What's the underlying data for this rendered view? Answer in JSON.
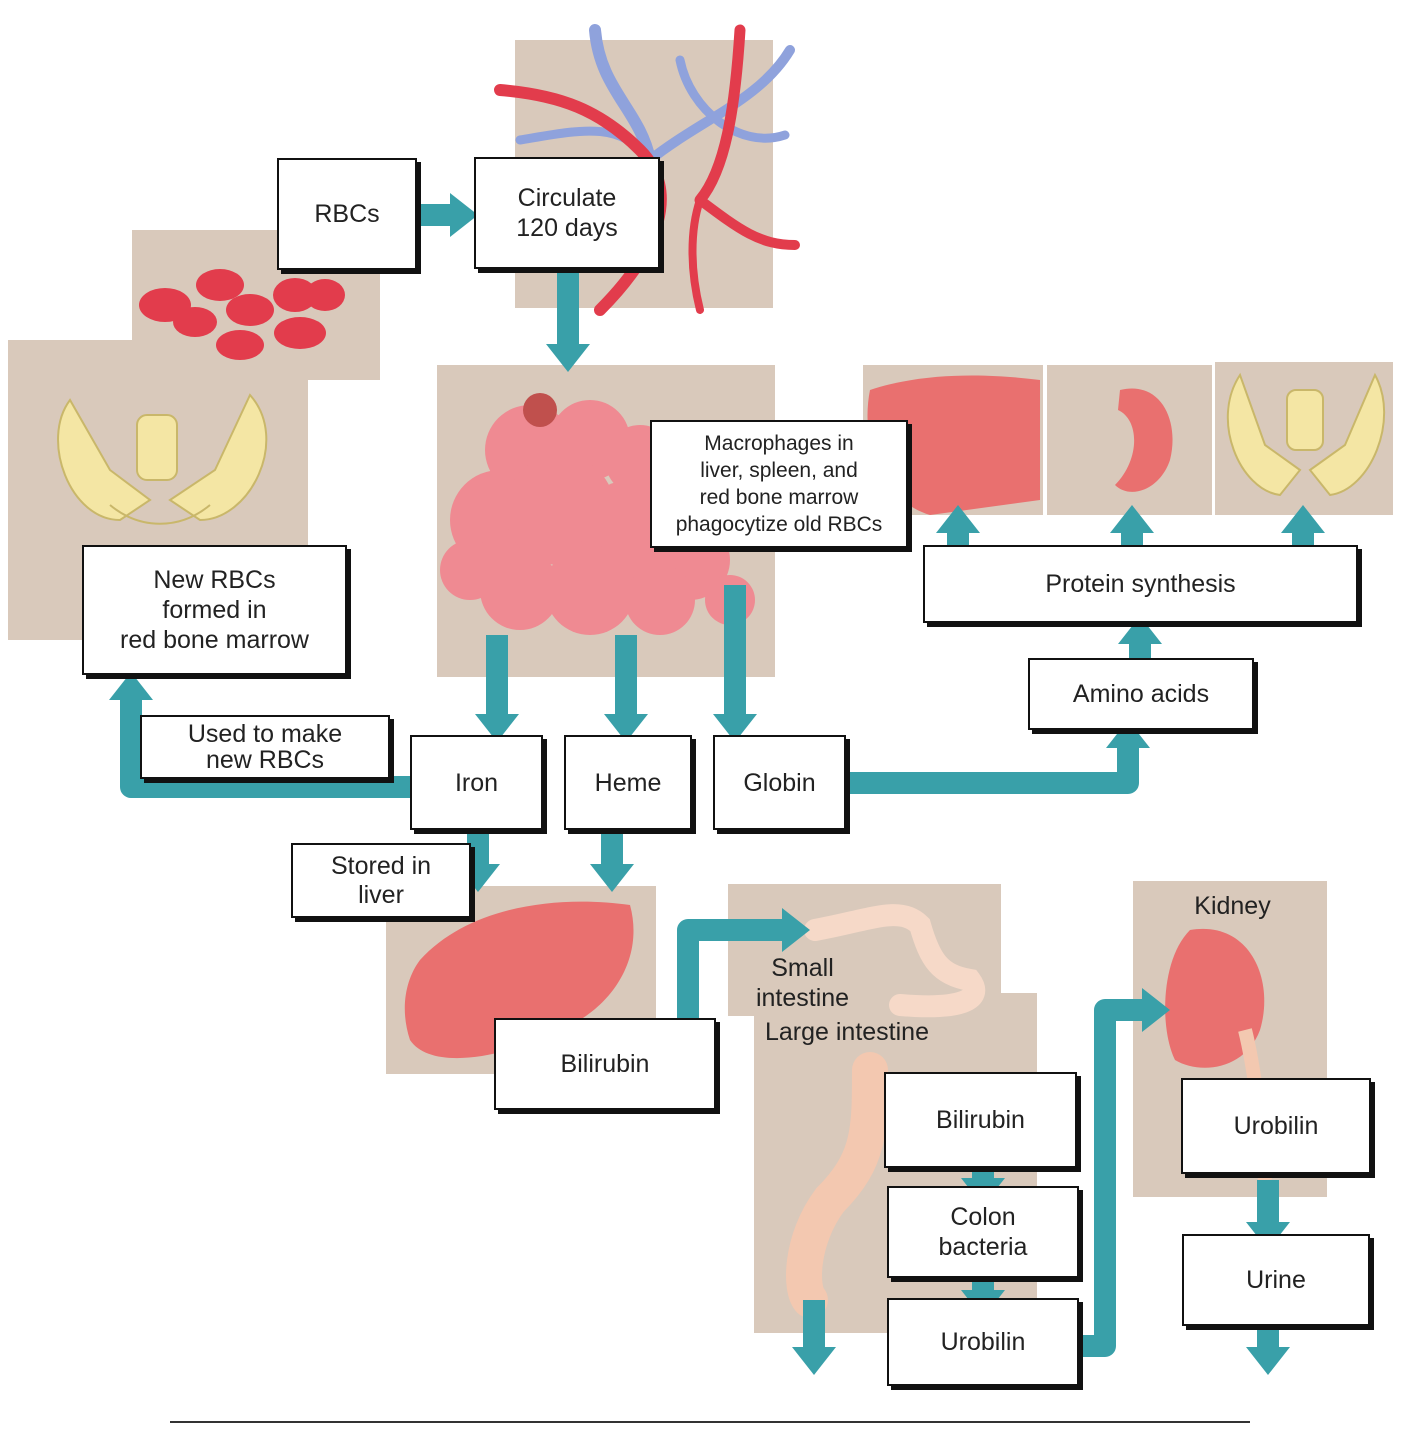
{
  "colors": {
    "arrow": "#39a0a9",
    "panel": "#d9c9bb",
    "tissue": "#ef8a92",
    "organ": "#e9706f",
    "bone": "#f4e6a4",
    "artery": "#e23c4c",
    "vein": "#8fa2dc"
  },
  "labels": {
    "rbcs": "RBCs",
    "circulate_1": "Circulate",
    "circulate_2": "120 days",
    "macrophages_1": "Macrophages in",
    "macrophages_2": "liver, spleen, and",
    "macrophages_3": "red bone marrow",
    "macrophages_4": "phagocytize old RBCs",
    "new_rbcs_1": "New RBCs",
    "new_rbcs_2": "formed in",
    "new_rbcs_3": "red bone marrow",
    "protein_synthesis": "Protein synthesis",
    "amino_acids": "Amino acids",
    "used_1": "Used to make",
    "used_2": "new RBCs",
    "iron": "Iron",
    "heme": "Heme",
    "globin": "Globin",
    "stored_1": "Stored in",
    "stored_2": "liver",
    "bilirubin_liver": "Bilirubin",
    "small_intestine_1": "Small",
    "small_intestine_2": "intestine",
    "large_intestine": "Large intestine",
    "kidney": "Kidney",
    "bilirubin_large": "Bilirubin",
    "colon_1": "Colon",
    "colon_2": "bacteria",
    "urobilin_intestine": "Urobilin",
    "urobilin_kidney": "Urobilin",
    "urine": "Urine"
  }
}
